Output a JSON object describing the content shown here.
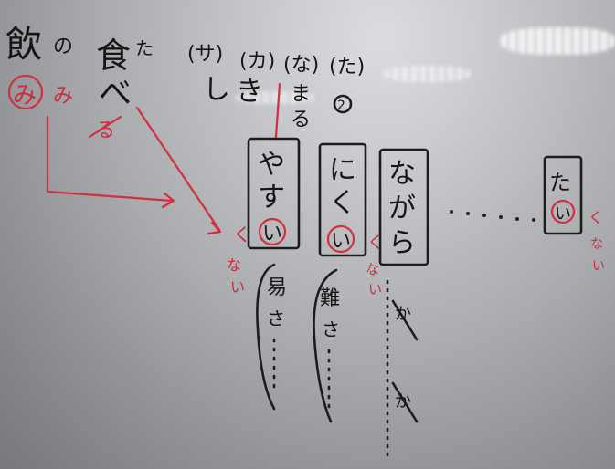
{
  "board": {
    "nomu_kanji": "飲",
    "no": "の",
    "taberu_kanji": "食",
    "ta": "た",
    "be": "べ",
    "red_mi": "み",
    "red_ru": "る",
    "sa_label": "(サ)",
    "ka_label": "(カ)",
    "na_label": "(な)",
    "ta_label": "(た)",
    "shi": "し",
    "ki": "き",
    "ma": "ま",
    "su": "る",
    "two": "2",
    "yasui": [
      "や",
      "す",
      "い"
    ],
    "nikui": [
      "に",
      "く",
      "い"
    ],
    "nagara": [
      "な",
      "が",
      "ら"
    ],
    "tai": [
      "た",
      "い"
    ],
    "red_ku": "く",
    "red_na": "な",
    "red_i": "い",
    "yasui_kanji": "易",
    "muzu_kanji": "難",
    "sa": "さ",
    "ka_small": "か"
  }
}
